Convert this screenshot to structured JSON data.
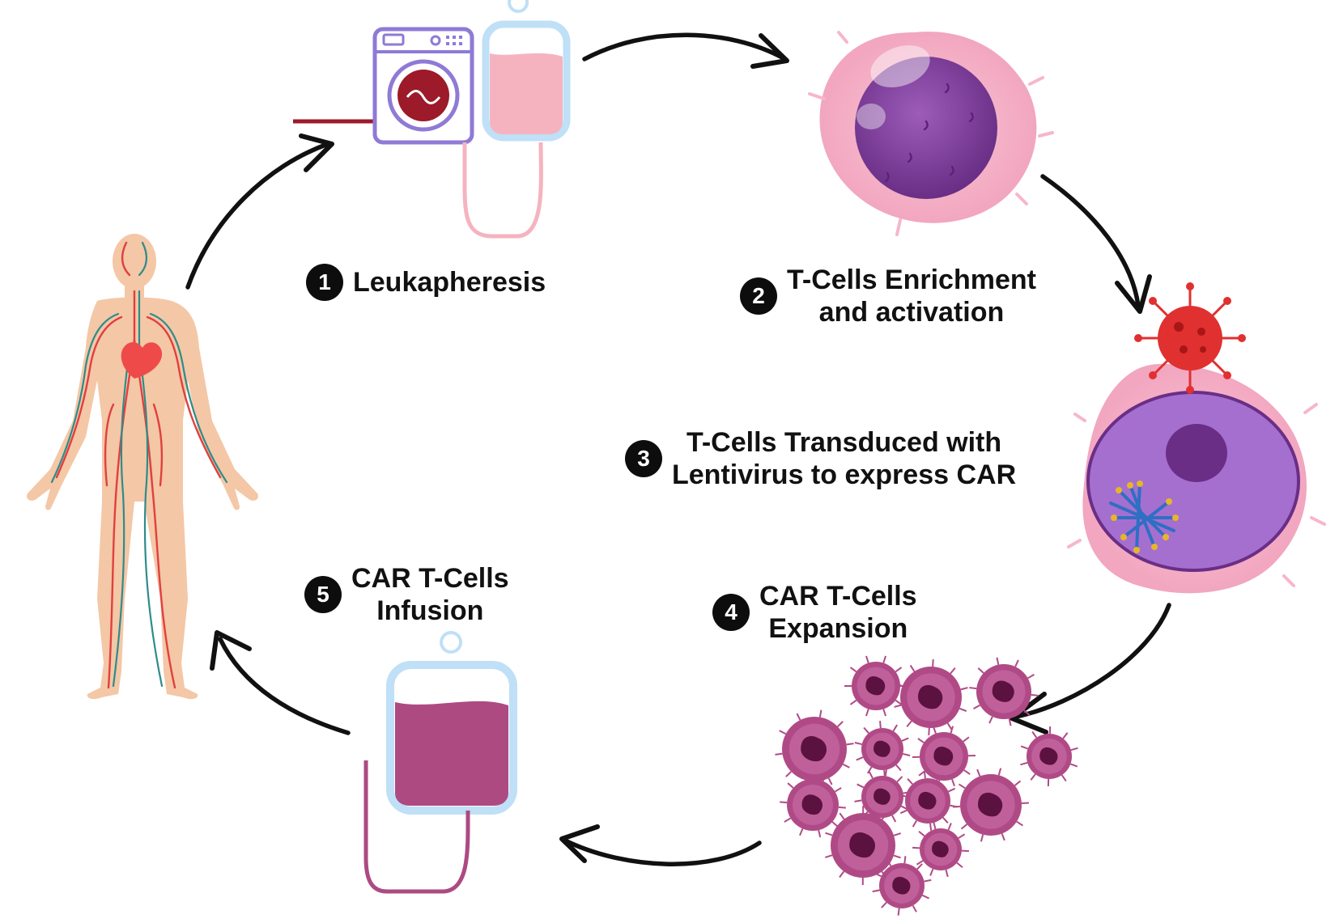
{
  "steps": [
    {
      "number": "1",
      "lines": [
        "Leukapheresis"
      ]
    },
    {
      "number": "2",
      "lines": [
        "T-Cells Enrichment",
        "and activation"
      ]
    },
    {
      "number": "3",
      "lines": [
        "T-Cells  Transduced with",
        "Lentivirus to express CAR"
      ]
    },
    {
      "number": "4",
      "lines": [
        "CAR T-Cells",
        "Expansion"
      ]
    },
    {
      "number": "5",
      "lines": [
        "CAR T-Cells",
        "Infusion"
      ]
    }
  ],
  "colors": {
    "skin": "#f4c7a6",
    "artery": "#e0403f",
    "vein": "#2e8c8a",
    "heart": "#ef4a4a",
    "machine": "#8f7ad6",
    "blood_dark": "#9c1a2a",
    "bag_frame": "#bfe0f6",
    "bag_fill_light": "#f5b3c0",
    "bag_fill_dark": "#ad4a82",
    "cell_membrane": "#f6b7cb",
    "nucleus": "#8a4aa6",
    "nucleus_light": "#a56fd0",
    "virus": "#e03030",
    "expansion_cell": "#b04a86",
    "expansion_nucleus": "#5c1240",
    "arrow": "#111111",
    "number_badge": "#0d0d0d"
  },
  "icons": [
    "human-body-icon",
    "washing-machine-icon",
    "blood-bag-icon",
    "t-cell-icon",
    "virus-icon",
    "transduced-cell-icon",
    "cell-cluster-icon",
    "infusion-bag-icon"
  ]
}
